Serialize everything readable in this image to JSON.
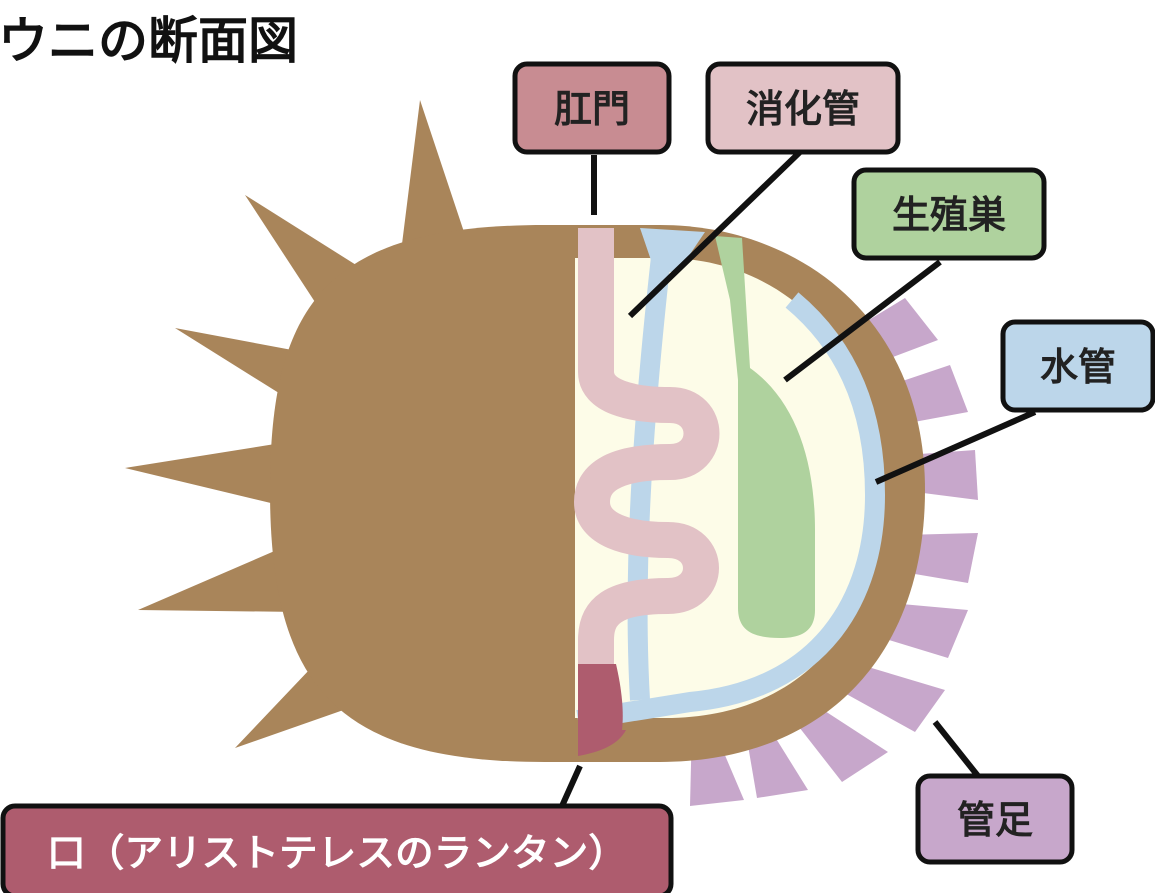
{
  "title": "ウニの断面図",
  "colors": {
    "body": "#A9855A",
    "interior": "#FDFCE8",
    "digestive": "#E2C2C6",
    "water": "#BCD6EA",
    "gonad": "#AFD29E",
    "tube_feet": "#C7A7CB",
    "mouth": "#AE5C6E",
    "outline": "#111111"
  },
  "labels": {
    "anus": {
      "text": "肛門",
      "fill": "#C88C92"
    },
    "digestive": {
      "text": "消化管",
      "fill": "#E2C2C6"
    },
    "gonad": {
      "text": "生殖巣",
      "fill": "#AFD29E"
    },
    "water": {
      "text": "水管",
      "fill": "#BCD6EA"
    },
    "tubefoot": {
      "text": "管足",
      "fill": "#C7A7CB"
    },
    "mouth": {
      "text": "口（アリストテレスのランタン）",
      "fill": "#AE5C6E"
    }
  }
}
